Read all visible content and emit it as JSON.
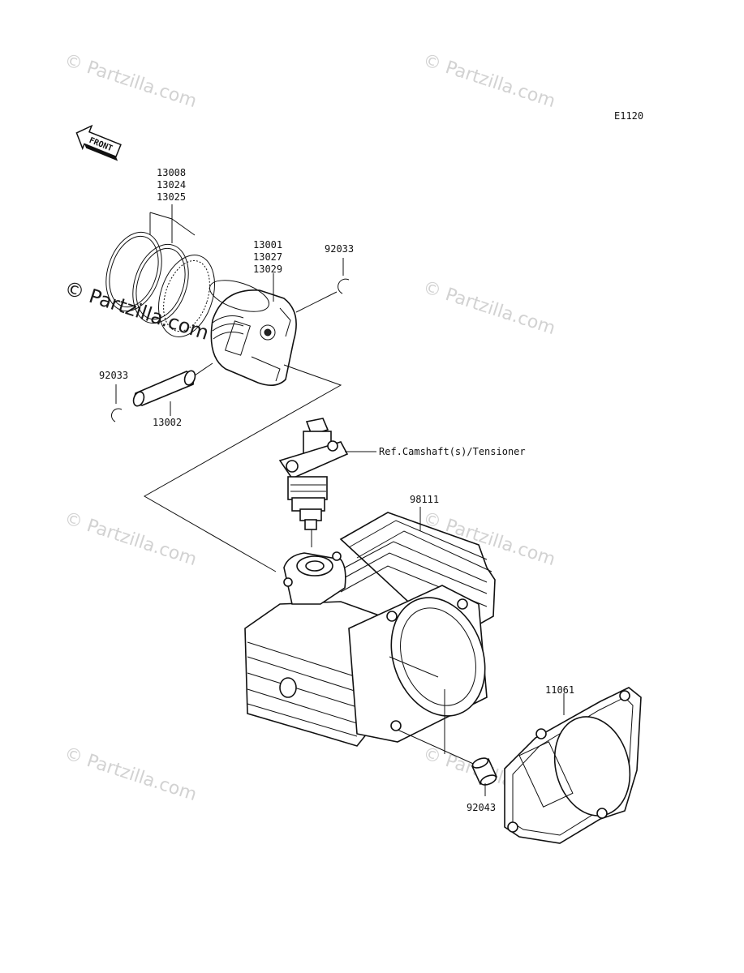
{
  "diagram_code": "E1120",
  "direction_badge": "FRONT",
  "watermark_text": "© Partzilla.com",
  "labels": {
    "rings_a": "13008",
    "rings_b": "13024",
    "rings_c": "13025",
    "piston_a": "13001",
    "piston_b": "13027",
    "piston_c": "13029",
    "clip_right": "92033",
    "clip_left": "92033",
    "pin": "13002",
    "tensioner_ref": "Ref.Camshaft(s)/Tensioner",
    "cylinder": "98111",
    "gasket": "11061",
    "dowel": "92043"
  }
}
